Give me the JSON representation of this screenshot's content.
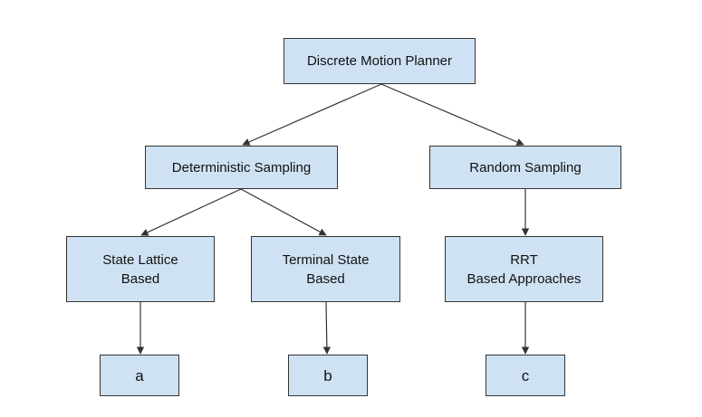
{
  "diagram": {
    "nodes": [
      {
        "id": "root",
        "label": "Discrete Motion Planner"
      },
      {
        "id": "deterministic",
        "label": "Deterministic Sampling"
      },
      {
        "id": "random",
        "label": "Random Sampling"
      },
      {
        "id": "lattice",
        "label": "State Lattice\nBased"
      },
      {
        "id": "terminal",
        "label": "Terminal State\nBased"
      },
      {
        "id": "rrt",
        "label": "RRT\nBased Approaches"
      },
      {
        "id": "a",
        "label": "a"
      },
      {
        "id": "b",
        "label": "b"
      },
      {
        "id": "c",
        "label": "c"
      }
    ],
    "edges": [
      {
        "from": "root",
        "to": "deterministic"
      },
      {
        "from": "root",
        "to": "random"
      },
      {
        "from": "deterministic",
        "to": "lattice"
      },
      {
        "from": "deterministic",
        "to": "terminal"
      },
      {
        "from": "random",
        "to": "rrt"
      },
      {
        "from": "lattice",
        "to": "a"
      },
      {
        "from": "terminal",
        "to": "b"
      },
      {
        "from": "rrt",
        "to": "c"
      }
    ],
    "colors": {
      "node_fill": "#cfe2f3",
      "node_border": "#333333",
      "edge": "#333333"
    }
  }
}
